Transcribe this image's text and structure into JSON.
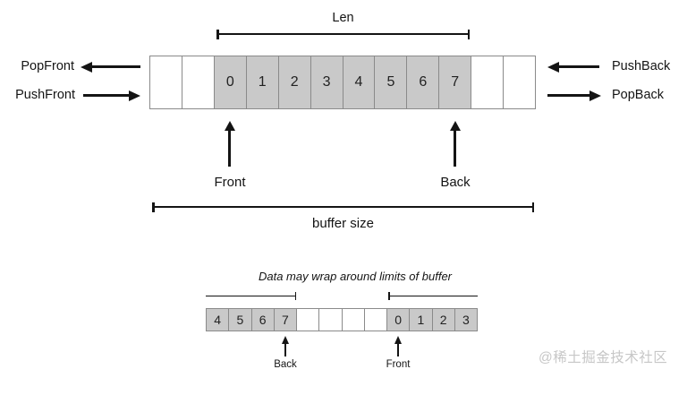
{
  "top_diagram": {
    "len_label": "Len",
    "pop_front_label": "PopFront",
    "push_front_label": "PushFront",
    "push_back_label": "PushBack",
    "pop_back_label": "PopBack",
    "front_label": "Front",
    "back_label": "Back",
    "buffer_size_label": "buffer size",
    "cells": [
      {
        "value": "",
        "filled": false
      },
      {
        "value": "",
        "filled": false
      },
      {
        "value": "0",
        "filled": true
      },
      {
        "value": "1",
        "filled": true
      },
      {
        "value": "2",
        "filled": true
      },
      {
        "value": "3",
        "filled": true
      },
      {
        "value": "4",
        "filled": true
      },
      {
        "value": "5",
        "filled": true
      },
      {
        "value": "6",
        "filled": true
      },
      {
        "value": "7",
        "filled": true
      },
      {
        "value": "",
        "filled": false
      },
      {
        "value": "",
        "filled": false
      }
    ]
  },
  "bottom_diagram": {
    "caption": "Data may wrap around limits of buffer",
    "back_label": "Back",
    "front_label": "Front",
    "cells": [
      {
        "value": "4",
        "filled": true
      },
      {
        "value": "5",
        "filled": true
      },
      {
        "value": "6",
        "filled": true
      },
      {
        "value": "7",
        "filled": true
      },
      {
        "value": "",
        "filled": false
      },
      {
        "value": "",
        "filled": false
      },
      {
        "value": "",
        "filled": false
      },
      {
        "value": "",
        "filled": false
      },
      {
        "value": "0",
        "filled": true
      },
      {
        "value": "1",
        "filled": true
      },
      {
        "value": "2",
        "filled": true
      },
      {
        "value": "3",
        "filled": true
      }
    ]
  },
  "watermark": "@稀土掘金技术社区",
  "colors": {
    "ink": "#141414",
    "cell_filled": "#c9c9c9",
    "cell_border": "#8a8a8a",
    "watermark": "#c7c7c7"
  }
}
